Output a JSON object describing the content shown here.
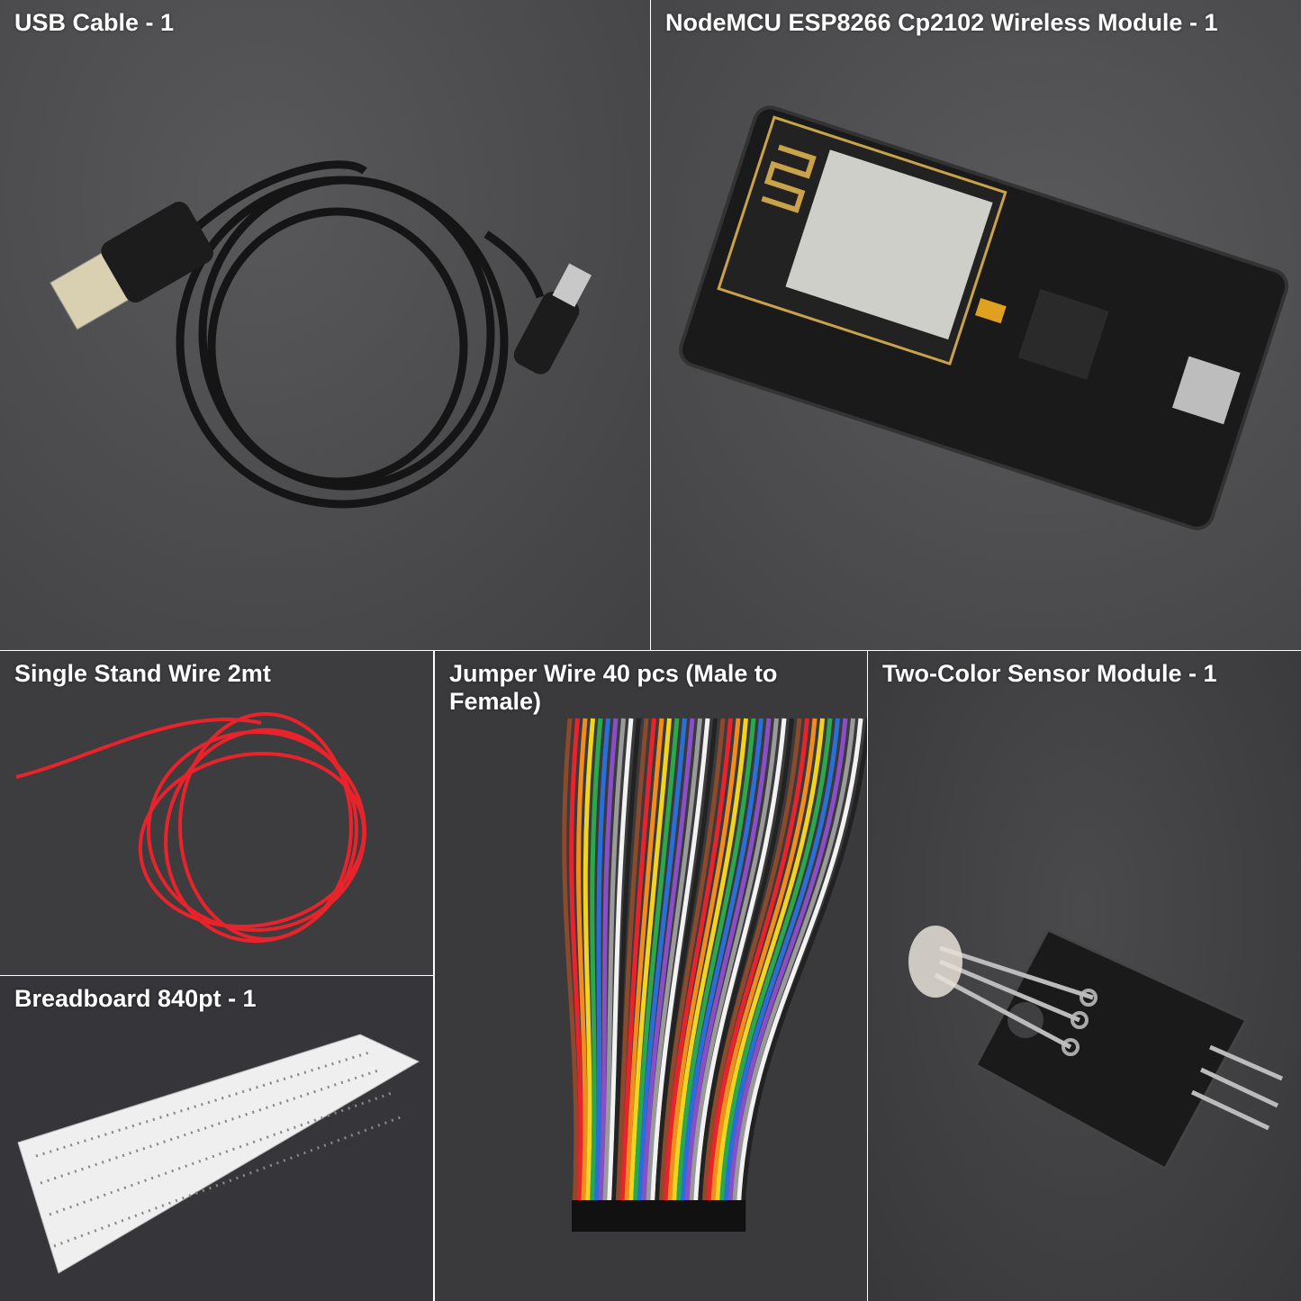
{
  "panels": [
    {
      "label": "USB Cable - 1",
      "bg": "#4b4b4d"
    },
    {
      "label": "NodeMCU ESP8266 Cp2102 Wireless Module - 1",
      "bg": "#4e4e50"
    },
    {
      "label": "Single Stand Wire 2mt",
      "bg": "#3d3d3f"
    },
    {
      "label": "Breadboard 840pt - 1",
      "bg": "#36363a"
    },
    {
      "label": "Jumper Wire 40 pcs (Male to Female)",
      "bg": "#3a3a3c"
    },
    {
      "label": "Two-Color Sensor Module - 1",
      "bg": "#3f3f41"
    }
  ]
}
